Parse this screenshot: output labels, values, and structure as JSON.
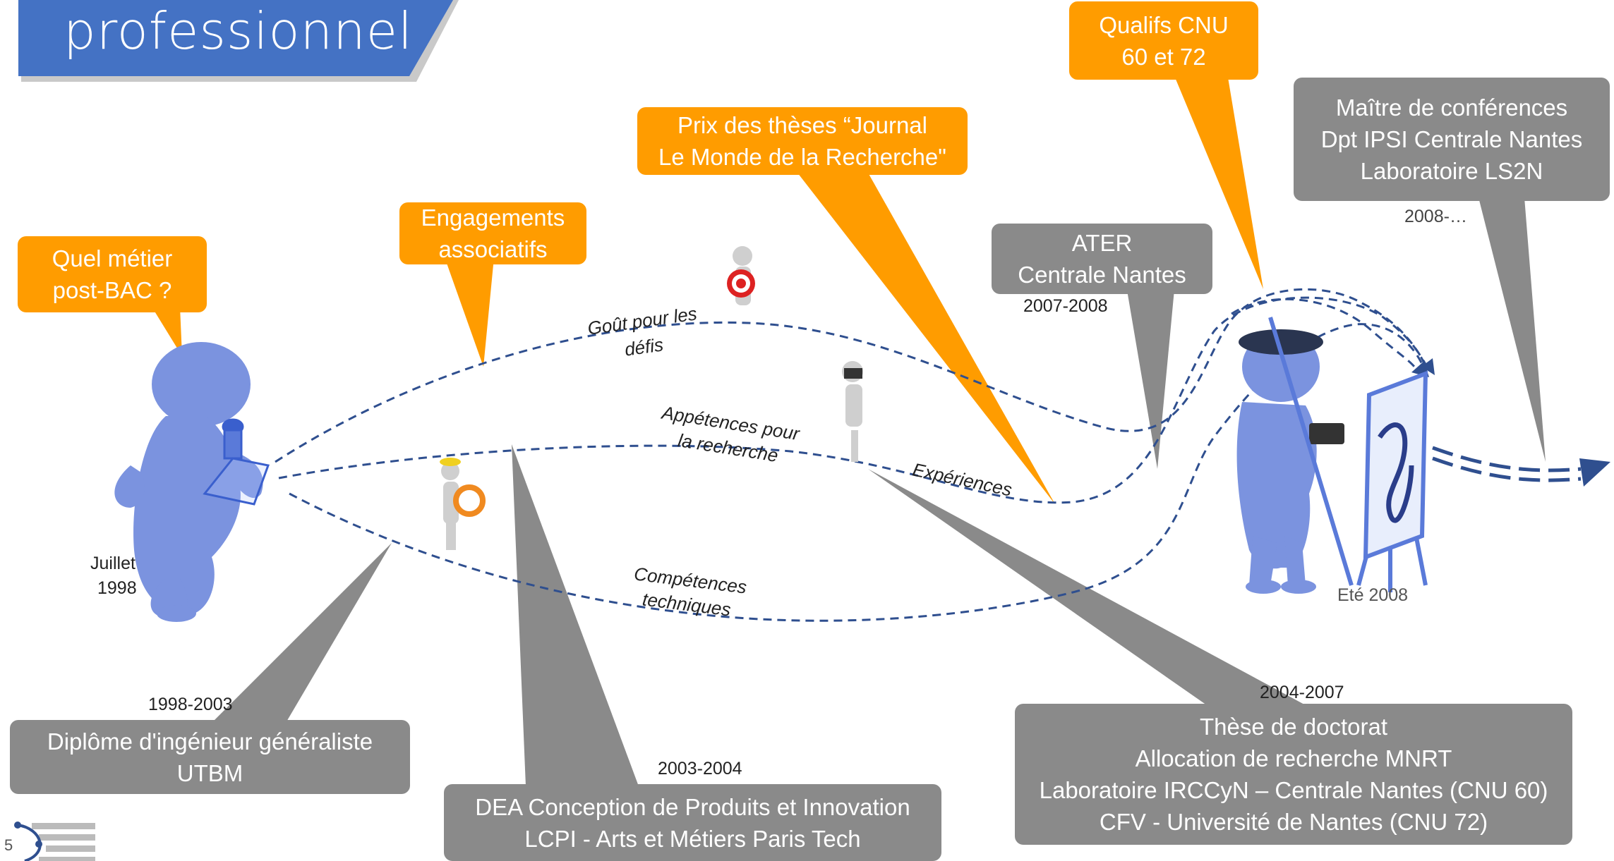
{
  "title": "professionnel",
  "page_number": "5",
  "colors": {
    "orange": "#ff9c00",
    "grey": "#8a8a8a",
    "title_blue": "#4472c4",
    "path": "#2f4f8f",
    "figure": "#7b93df"
  },
  "boxes": {
    "quel_metier": "Quel métier\npost-BAC ?",
    "engagements": "Engagements\nassociatifs",
    "prix": "Prix des thèses “Journal\nLe Monde de la Recherche\"",
    "qualifs": "Qualifs CNU\n60 et 72",
    "maitre": "Maître de conférences\nDpt IPSI Centrale Nantes\nLaboratoire LS2N",
    "ater": "ATER\nCentrale Nantes",
    "diplome": "Diplôme d'ingénieur généraliste\nUTBM",
    "dea": "DEA Conception de Produits et Innovation\nLCPI - Arts et Métiers Paris Tech",
    "these": "Thèse de doctorat\nAllocation de recherche MNRT\nLaboratoire IRCCyN – Centrale Nantes (CNU 60)\nCFV - Université de Nantes (CNU 72)"
  },
  "dates": {
    "juillet": "Juillet",
    "y1998": "1998",
    "d1998_2003": "1998-2003",
    "d2003_2004": "2003-2004",
    "d2004_2007": "2004-2007",
    "d2007_2008": "2007-2008",
    "d2008": "2008-…",
    "ete2008": "Eté 2008"
  },
  "paths": {
    "gout_l1": "Goût pour les",
    "gout_l2": "défis",
    "appetences_l1": "Appétences pour",
    "appetences_l2": "la recherche",
    "experiences": "Expériences",
    "competences_l1": "Compétences",
    "competences_l2": "techniques"
  }
}
